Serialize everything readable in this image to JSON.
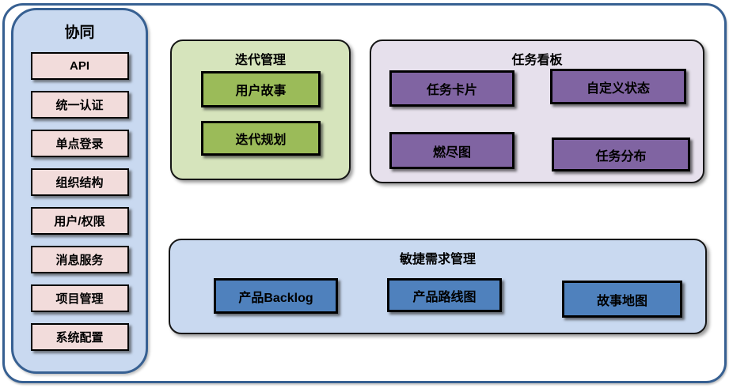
{
  "sidebar": {
    "title": "协同",
    "items": [
      "API",
      "统一认证",
      "单点登录",
      "组织结构",
      "用户/权限",
      "消息服务",
      "项目管理",
      "系统配置"
    ]
  },
  "iteration": {
    "title": "迭代管理",
    "items": [
      "用户故事",
      "迭代规划"
    ]
  },
  "kanban": {
    "title": "任务看板",
    "items": [
      "任务卡片",
      "自定义状态",
      "燃尽图",
      "任务分布"
    ]
  },
  "agile": {
    "title": "敏捷需求管理",
    "items": [
      "产品Backlog",
      "产品路线图",
      "故事地图"
    ]
  },
  "colors": {
    "frame_border": "#376092",
    "sidebar_fill": "#c9d9f0",
    "sidebar_item_fill": "#f2dcdb",
    "iteration_group_fill": "#d6e4bc",
    "iteration_item_fill": "#9bbb59",
    "kanban_group_fill": "#e6e0ec",
    "kanban_item_fill": "#8064a2",
    "agile_group_fill": "#c9d9f0",
    "agile_item_fill": "#4f81bd",
    "item_border": "#000000"
  }
}
